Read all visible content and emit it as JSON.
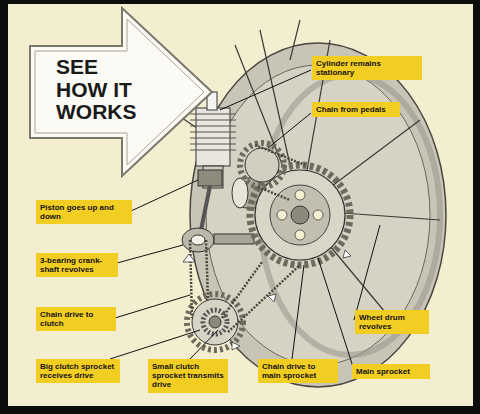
{
  "diagram": {
    "nodes": [
      {
        "text": [
          "SEE HOW IT WORKS"
        ]
      },
      {
        "text": [
          "Cylinder remains stationary"
        ]
      },
      {
        "text": [
          "Chain from pedals"
        ]
      },
      {
        "text": [
          "Piston goes up and down"
        ]
      },
      {
        "text": [
          "3-bearing crank-shaft revolves"
        ]
      },
      {
        "text": [
          "Chain drive to clutch"
        ]
      },
      {
        "text": [
          "Wheel drum revolves"
        ]
      },
      {
        "text": [
          "Big clutch sprocket receives drive"
        ]
      },
      {
        "text": [
          "Small clutch sprocket transmits drive"
        ]
      },
      {
        "text": [
          "Chain drive to main sprocket"
        ]
      },
      {
        "text": [
          "Main sprocket"
        ]
      }
    ]
  }
}
